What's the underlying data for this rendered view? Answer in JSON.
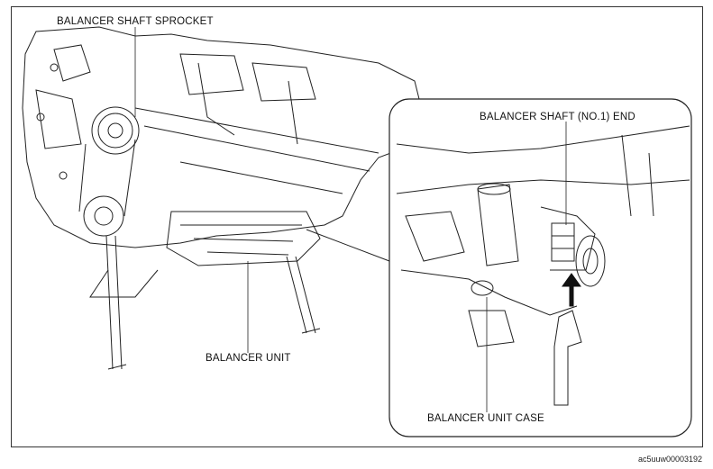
{
  "labels": {
    "balancer_shaft_sprocket": "BALANCER SHAFT SPROCKET",
    "balancer_shaft_no1_end": "BALANCER SHAFT (NO.1) END",
    "balancer_unit": "BALANCER UNIT",
    "balancer_unit_case": "BALANCER UNIT CASE"
  },
  "figure_code": "ac5uuw00003192"
}
